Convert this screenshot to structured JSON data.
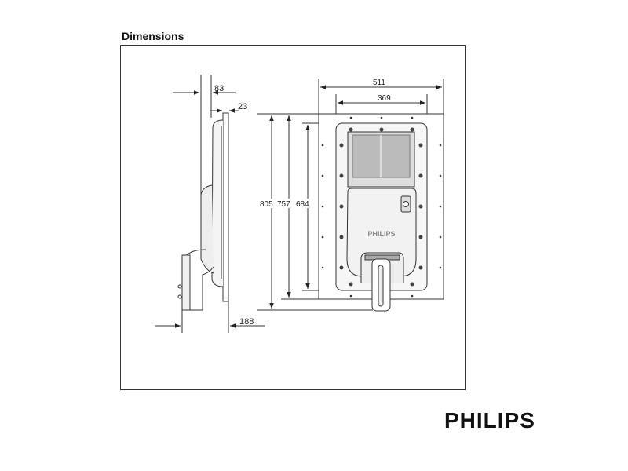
{
  "title": "Dimensions",
  "brand_logo": "PHILIPS",
  "product_label": "PHILIPS",
  "dimensions": {
    "side_depth": "83",
    "panel_thickness": "23",
    "bracket_depth": "188",
    "overall_width": "511",
    "housing_width": "369",
    "overall_height": "805",
    "plate_height": "757",
    "housing_height": "684"
  }
}
